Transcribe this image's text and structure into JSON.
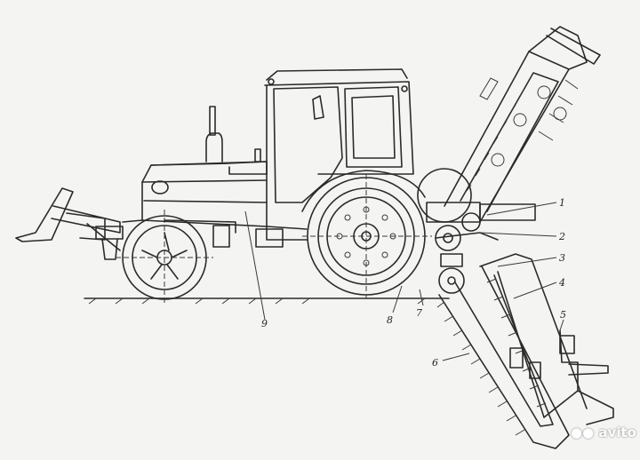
{
  "callouts": {
    "c1": "1",
    "c2": "2",
    "c3": "3",
    "c4": "4",
    "c5": "5",
    "c6": "6",
    "c7": "7",
    "c8": "8",
    "c9": "9"
  },
  "watermark": "avito",
  "colors": {
    "ink": "#2b2b2b",
    "paper": "#f4f4f2"
  }
}
